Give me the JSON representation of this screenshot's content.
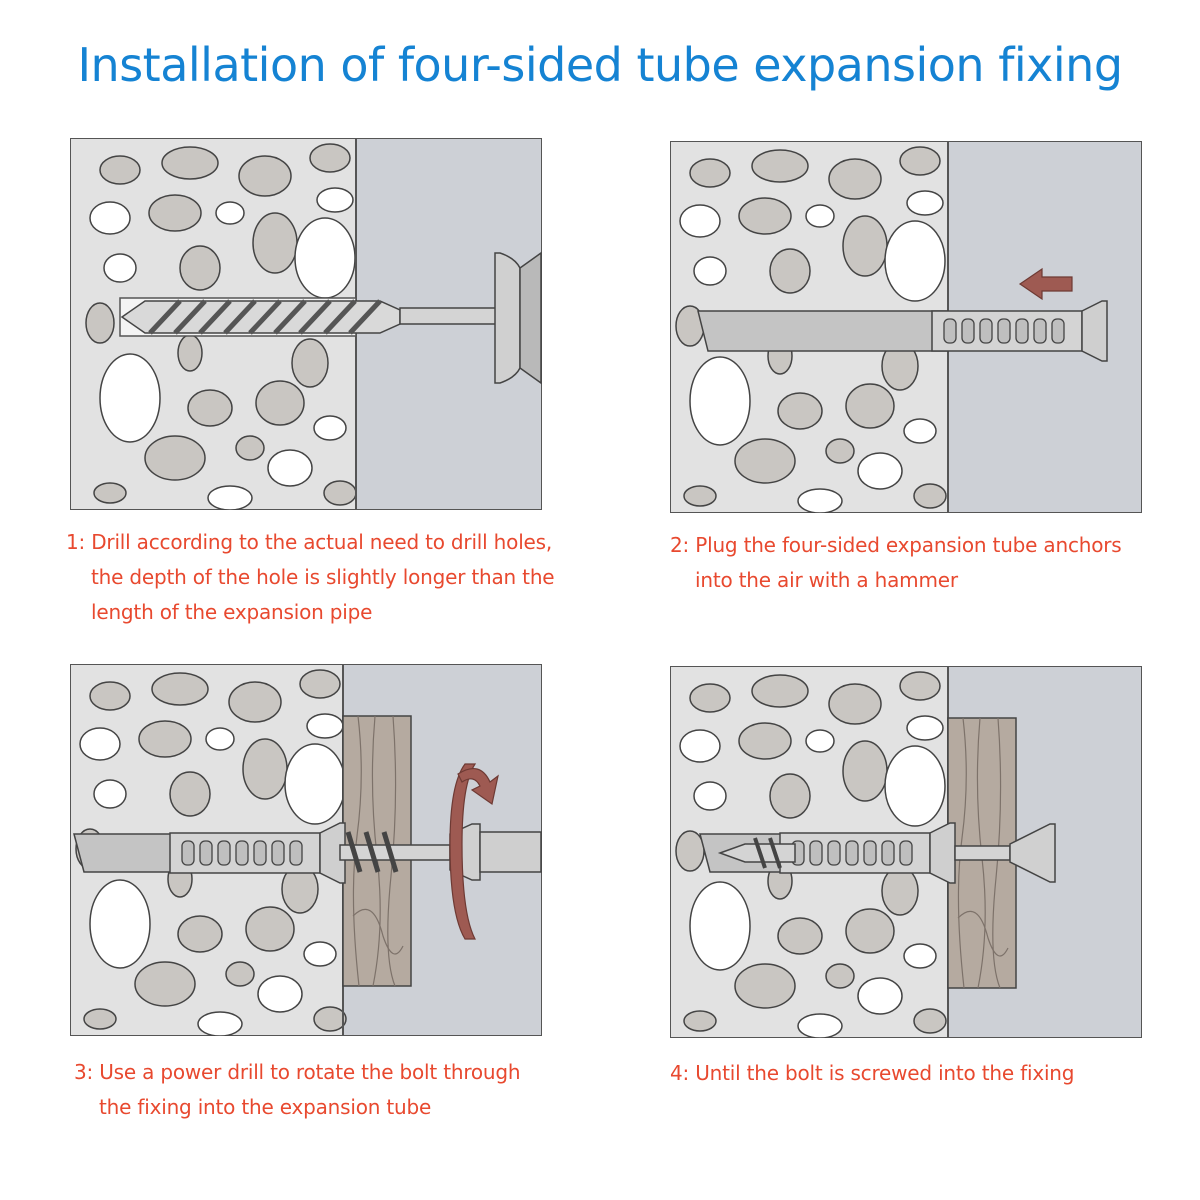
{
  "title": "Installation of four-sided tube expansion fixing",
  "colors": {
    "title": "#1583d3",
    "caption": "#e8492f",
    "concrete": "#e2e2e2",
    "air": "#cdd0d6",
    "stone_white": "#ffffff",
    "stone_grey": "#c9c6c2",
    "wood": "#b5aaa0",
    "arrow": "#9e5a52"
  },
  "steps": [
    {
      "icon": "drill-into-wall-icon",
      "caption": [
        "1: Drill according to the actual need to drill holes,",
        "the depth of the hole is slightly longer than the",
        "length of the expansion pipe"
      ]
    },
    {
      "icon": "hammer-anchor-in-icon",
      "caption": [
        "2: Plug the four-sided expansion tube anchors",
        "into the air with a hammer"
      ]
    },
    {
      "icon": "rotate-bolt-icon",
      "caption": [
        "3: Use a power drill to rotate the bolt through",
        "the fixing into the expansion tube"
      ]
    },
    {
      "icon": "bolt-fixed-icon",
      "caption": [
        "4: Until the bolt is screwed into the fixing"
      ]
    }
  ]
}
